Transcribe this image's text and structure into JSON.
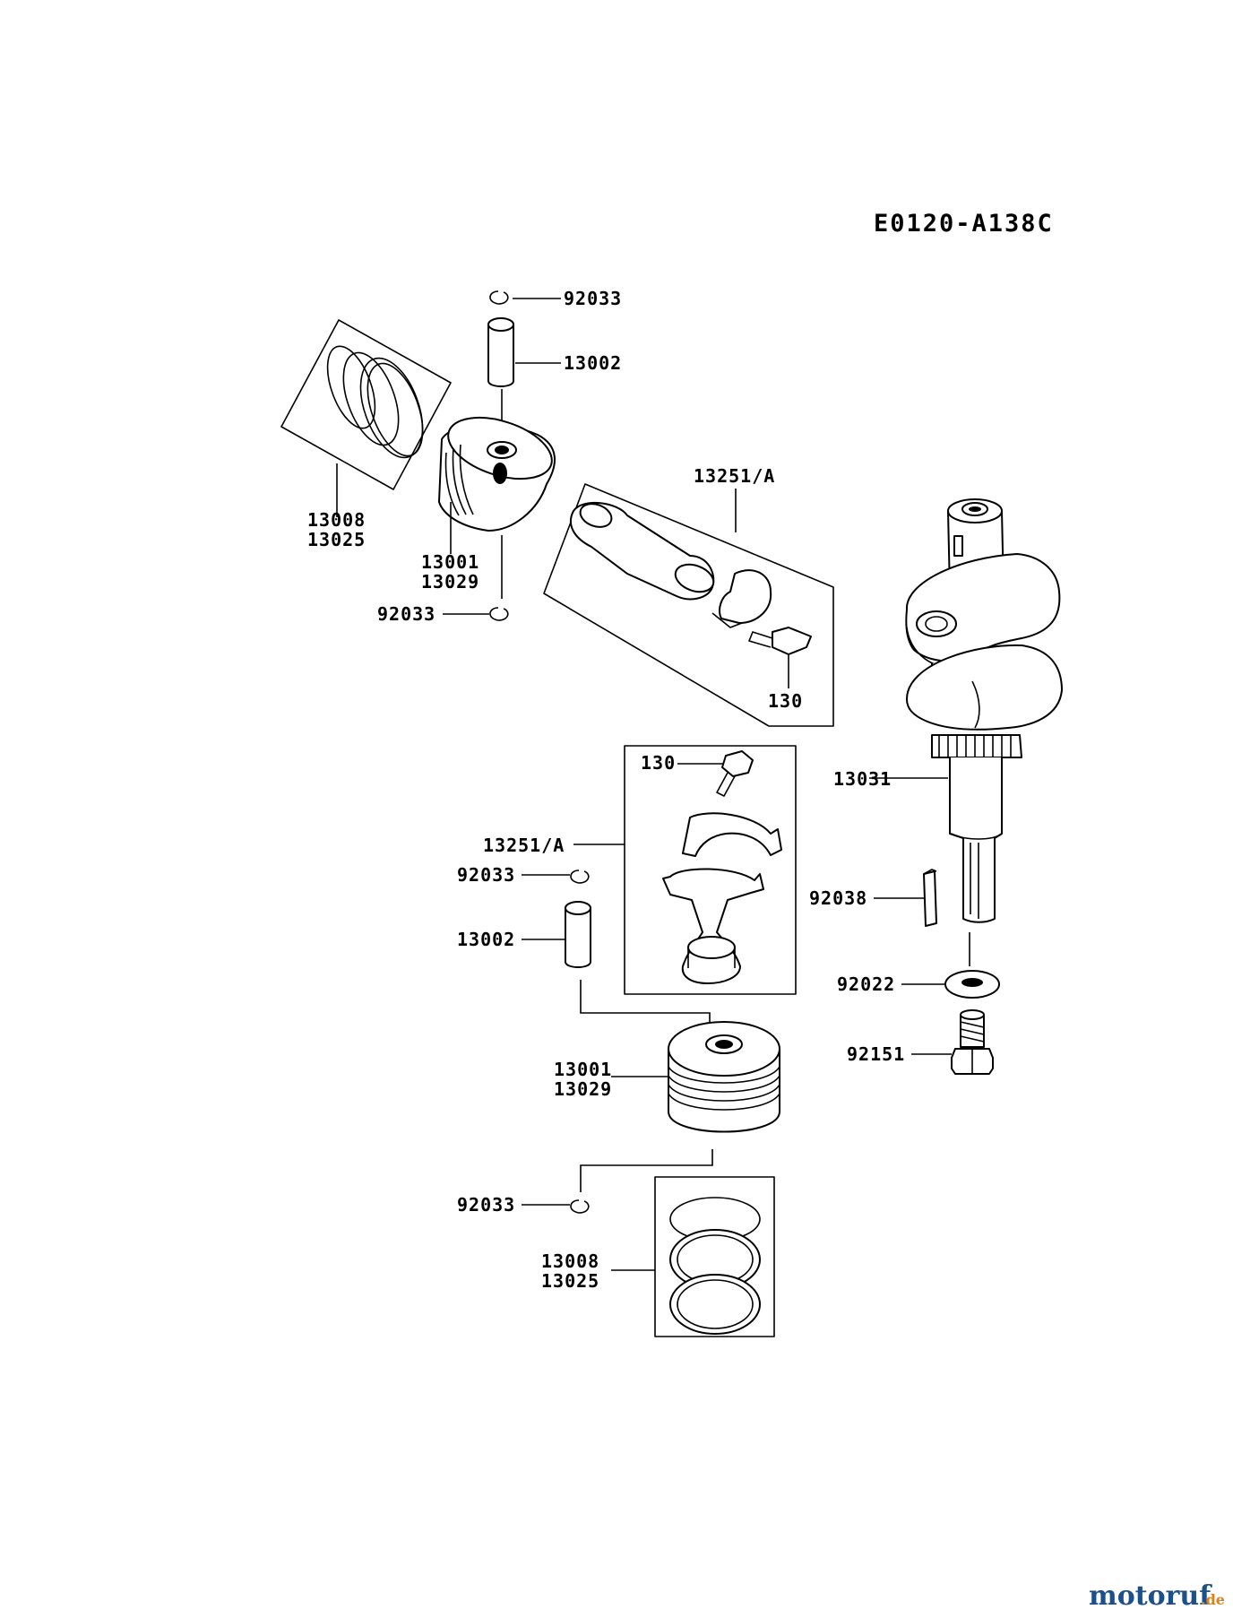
{
  "diagram": {
    "code": "E0120-A138C",
    "callouts": [
      {
        "id": "c1",
        "lines": [
          "92033"
        ]
      },
      {
        "id": "c2",
        "lines": [
          "13002"
        ]
      },
      {
        "id": "c3",
        "lines": [
          "13008",
          "13025"
        ]
      },
      {
        "id": "c4",
        "lines": [
          "13001",
          "13029"
        ]
      },
      {
        "id": "c5",
        "lines": [
          "92033"
        ]
      },
      {
        "id": "c6",
        "lines": [
          "13251/A"
        ]
      },
      {
        "id": "c7",
        "lines": [
          "130"
        ]
      },
      {
        "id": "c8",
        "lines": [
          "130"
        ]
      },
      {
        "id": "c9",
        "lines": [
          "13251/A"
        ]
      },
      {
        "id": "c10",
        "lines": [
          "92033"
        ]
      },
      {
        "id": "c11",
        "lines": [
          "13002"
        ]
      },
      {
        "id": "c12",
        "lines": [
          "13001",
          "13029"
        ]
      },
      {
        "id": "c13",
        "lines": [
          "92033"
        ]
      },
      {
        "id": "c14",
        "lines": [
          "13008",
          "13025"
        ]
      },
      {
        "id": "c15",
        "lines": [
          "13031"
        ]
      },
      {
        "id": "c16",
        "lines": [
          "92038"
        ]
      },
      {
        "id": "c17",
        "lines": [
          "92022"
        ]
      },
      {
        "id": "c18",
        "lines": [
          "92151"
        ]
      }
    ]
  },
  "watermark": {
    "brand": "motoruf",
    "tld": ".de",
    "color_main": "#1d4f8a",
    "color_dot": "#e0801a"
  }
}
